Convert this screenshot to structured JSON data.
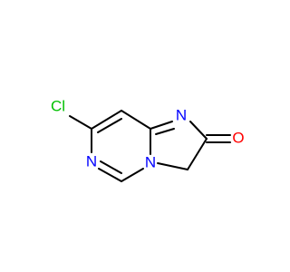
{
  "atoms": {
    "chlorine": {
      "label": "Cl",
      "color": "#00C000"
    },
    "nitrogen_pyrimidine": {
      "label": "N",
      "color": "#0000FF"
    },
    "nitrogen_bridgehead": {
      "label": "N",
      "color": "#0000FF"
    },
    "nitrogen_imidazole": {
      "label": "N",
      "color": "#0000FF"
    },
    "oxygen_carbonyl": {
      "label": "O",
      "color": "#FF0000"
    }
  }
}
